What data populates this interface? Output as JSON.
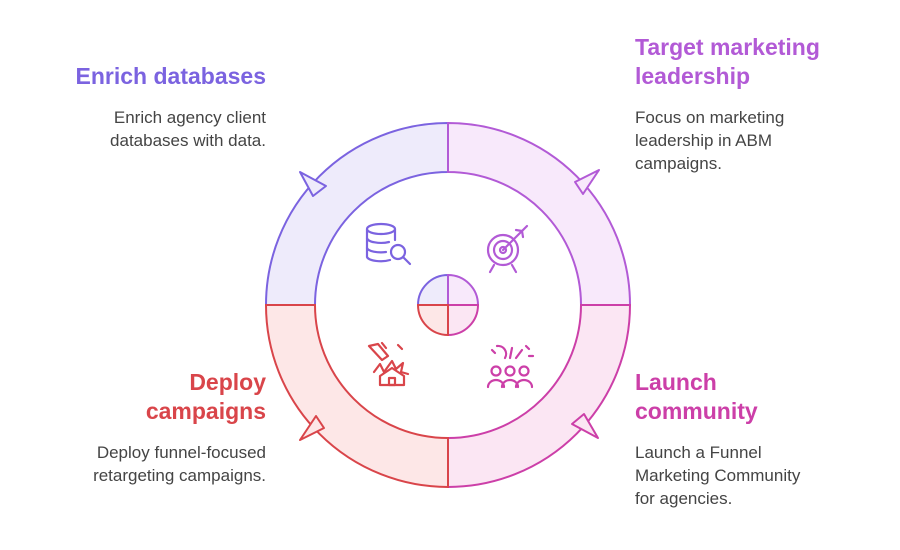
{
  "colors": {
    "enrich": "#7b63e0",
    "target": "#b25ad6",
    "deploy": "#d9454a",
    "launch": "#cc3fa8",
    "text": "#444444"
  },
  "quadrants": [
    {
      "id": "enrich",
      "title_lines": [
        "Enrich databases"
      ],
      "desc_lines": [
        "Enrich agency client",
        "databases with data."
      ],
      "icon": "database-search-icon"
    },
    {
      "id": "target",
      "title_lines": [
        "Target marketing",
        "leadership"
      ],
      "desc_lines": [
        "Focus on marketing",
        "leadership in ABM",
        "campaigns."
      ],
      "icon": "target-arrow-icon"
    },
    {
      "id": "deploy",
      "title_lines": [
        "Deploy",
        "campaigns"
      ],
      "desc_lines": [
        "Deploy funnel-focused",
        "retargeting campaigns."
      ],
      "icon": "rocket-launch-icon"
    },
    {
      "id": "launch",
      "title_lines": [
        "Launch",
        "community"
      ],
      "desc_lines": [
        "Launch a Funnel",
        "Marketing Community",
        "for agencies."
      ],
      "icon": "community-celebration-icon"
    }
  ]
}
